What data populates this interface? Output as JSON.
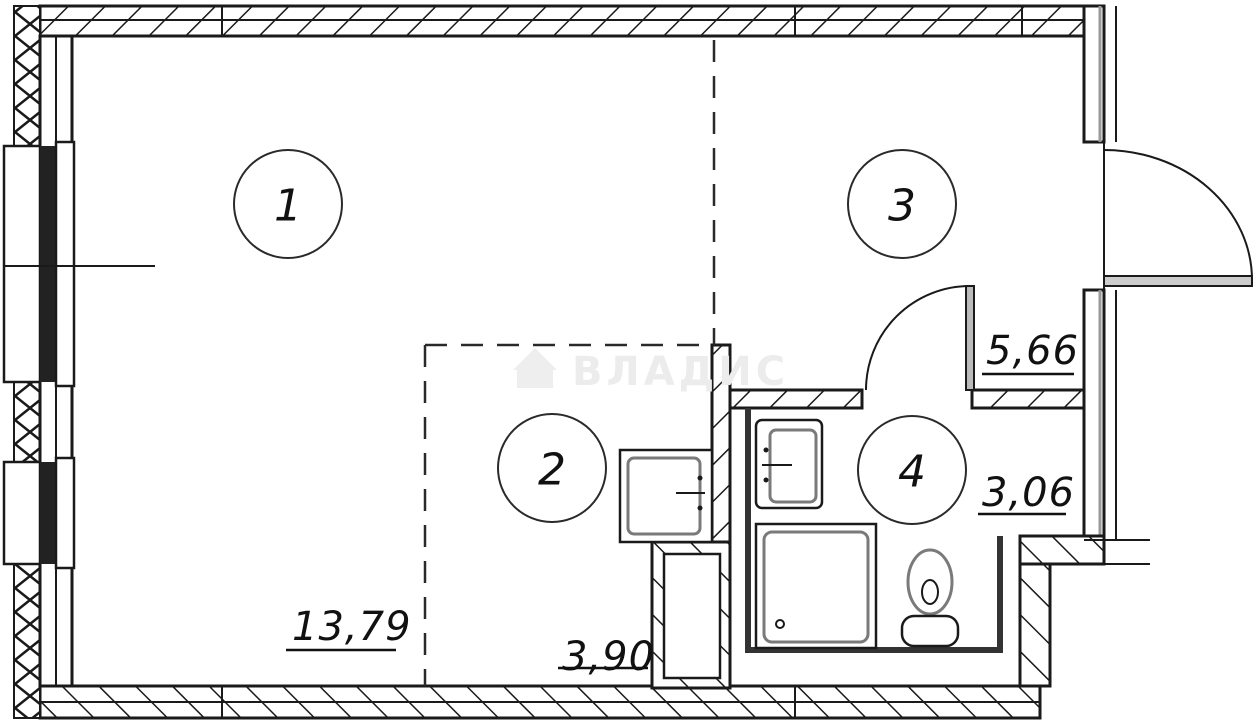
{
  "plan": {
    "type": "apartment floor plan",
    "rooms": [
      {
        "number": "1",
        "area": "13,79"
      },
      {
        "number": "2",
        "area": "3,90"
      },
      {
        "number": "3",
        "area": "5,66"
      },
      {
        "number": "4",
        "area": "3,06"
      }
    ],
    "watermark": {
      "text": "ВЛАДИС",
      "icon": "house-key-icon"
    },
    "colors": {
      "line": "#1a1a1a",
      "background": "#ffffff",
      "secondary_line": "#9a9a9a",
      "watermark": "#ececec"
    }
  }
}
